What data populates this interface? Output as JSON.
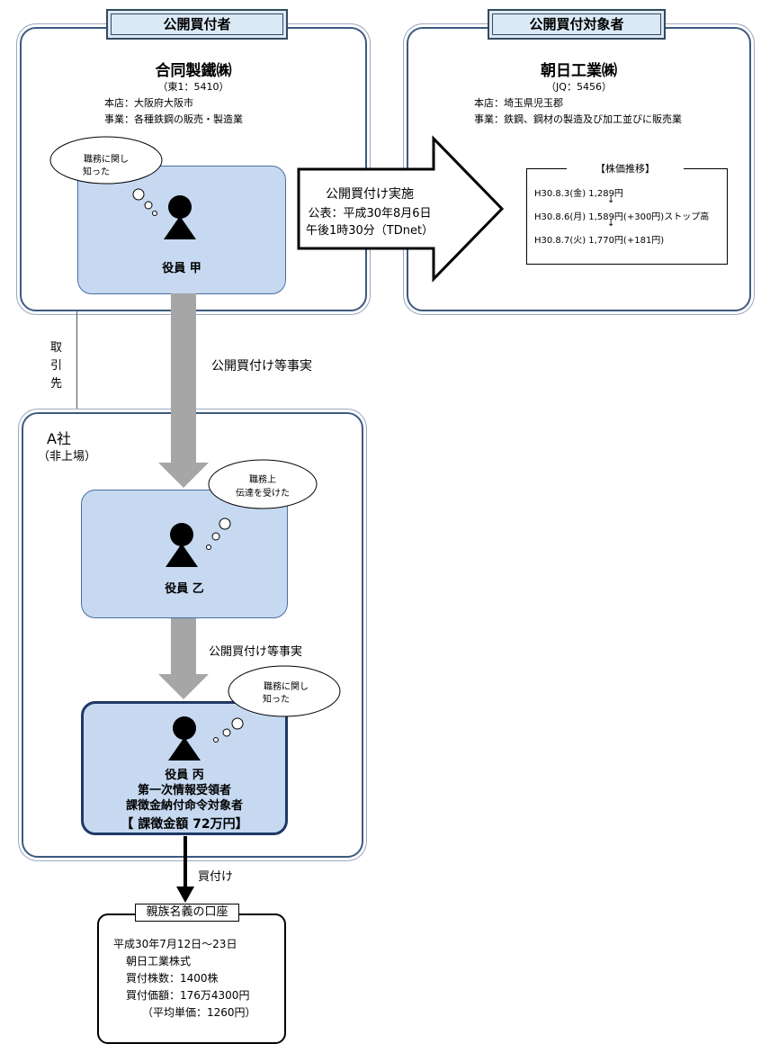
{
  "tender_offeror": {
    "tab_label": "公開買付者",
    "company_name": "合同製鐵㈱",
    "code": "（東1：5410）",
    "head_office": "本店：大阪府大阪市",
    "business": "事業：各種鉄鋼の販売・製造業",
    "officer_label": "役員 甲",
    "thought": [
      "職務に関し",
      "知った"
    ]
  },
  "target": {
    "tab_label": "公開買付対象者",
    "company_name": "朝日工業㈱",
    "code": "（JQ：5456）",
    "head_office": "本店：埼玉県児玉郡",
    "business": "事業：鉄鋼、鋼材の製造及び加工並びに販売業",
    "stock_title": "【株価推移】",
    "stock_rows": [
      "H30.8.3(金) 1,289円",
      "H30.8.6(月) 1,589円(+300円)ストップ高",
      "H30.8.7(火) 1,770円(+181円)"
    ],
    "stock_arrow": "↓"
  },
  "big_arrow": {
    "line1": "公開買付け実施",
    "line2": "公表：平成30年8月6日",
    "line3": "午後1時30分（TDnet）"
  },
  "relation_label": [
    "取",
    "引",
    "先"
  ],
  "flow_label_1": "公開買付け等事実",
  "flow_label_2": "公開買付け等事実",
  "company_a": {
    "name": "A社",
    "note": "（非上場）",
    "officer_b_label": "役員 乙",
    "officer_b_thought": [
      "職務上",
      "伝達を受けた"
    ],
    "officer_c_label": "役員 丙",
    "officer_c_role1": "第一次情報受領者",
    "officer_c_role2": "課徴金納付命令対象者",
    "officer_c_penalty": "【 課徴金額 72万円】",
    "officer_c_thought": [
      "職務に関し",
      "知った"
    ]
  },
  "buy_label": "買付け",
  "account": {
    "title": "親族名義の口座",
    "period": "平成30年7月12日～23日",
    "stock": "朝日工業株式",
    "shares": "買付株数：1400株",
    "amount": "買付価額：176万4300円",
    "avg": "（平均単価：1260円）"
  }
}
